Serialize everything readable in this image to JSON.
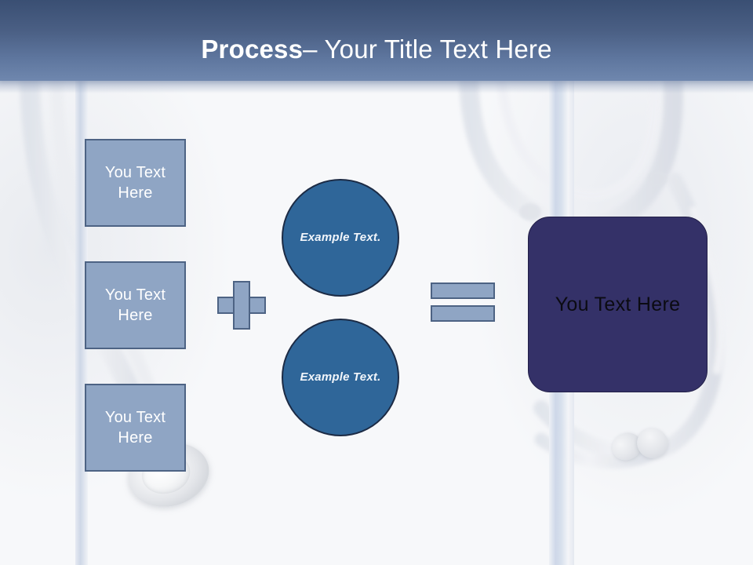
{
  "slide": {
    "header": {
      "title_strong": "Process",
      "title_rest": " – Your Title Text Here",
      "gradient_top": "#3a4f73",
      "gradient_bottom": "#6f87ae"
    },
    "background": {
      "base_color": "#f7f8fa",
      "image_subject": "stethoscope",
      "elements": [
        "stethoscope-tube-left",
        "stethoscope-chestpiece",
        "stethoscope-tube-right",
        "stethoscope-earpieces",
        "vertical-stripe-left",
        "vertical-stripe-right"
      ]
    },
    "diagram": {
      "input_boxes": [
        {
          "label": "You Text Here"
        },
        {
          "label": "You Text Here"
        },
        {
          "label": "You Text Here"
        }
      ],
      "operator_plus": "plus-sign",
      "circles": [
        {
          "label": "Example Text."
        },
        {
          "label": "Example Text."
        }
      ],
      "operator_equals": "equals-sign",
      "result": {
        "label": "You Text Here"
      },
      "colors": {
        "box_fill": "#8fa5c4",
        "box_border": "#4d6384",
        "circle_fill": "#2f6699",
        "circle_border": "#1c2b45",
        "result_fill": "#343168",
        "result_text": "#0b0b12"
      }
    }
  }
}
